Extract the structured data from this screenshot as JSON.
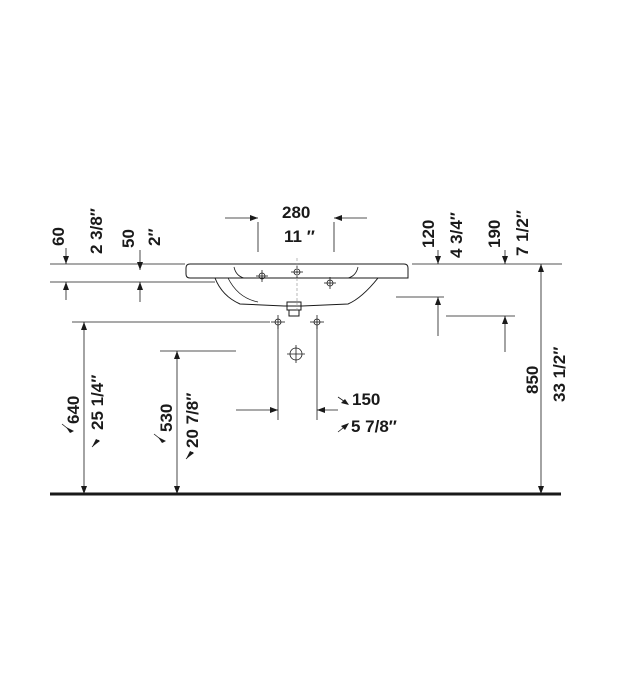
{
  "dimensions": {
    "width_top_mm": "280",
    "width_top_in": "11 ″",
    "left_offset_mm": "60",
    "left_offset_in": "2 3/8″",
    "left_depth_mm": "50",
    "left_depth_in": "2″",
    "right_depth_mm": "120",
    "right_depth_in": "4 3/4″",
    "right_depth2_mm": "190",
    "right_depth2_in": "7 1/2″",
    "total_height_mm": "850",
    "total_height_in": "33 1/2″",
    "supply_height_mm": "640",
    "supply_height_in": "25 1/4″",
    "drain_height_mm": "530",
    "drain_height_in": "20 7/8″",
    "supply_spacing_mm": "150",
    "supply_spacing_in": "5 7/8″"
  }
}
